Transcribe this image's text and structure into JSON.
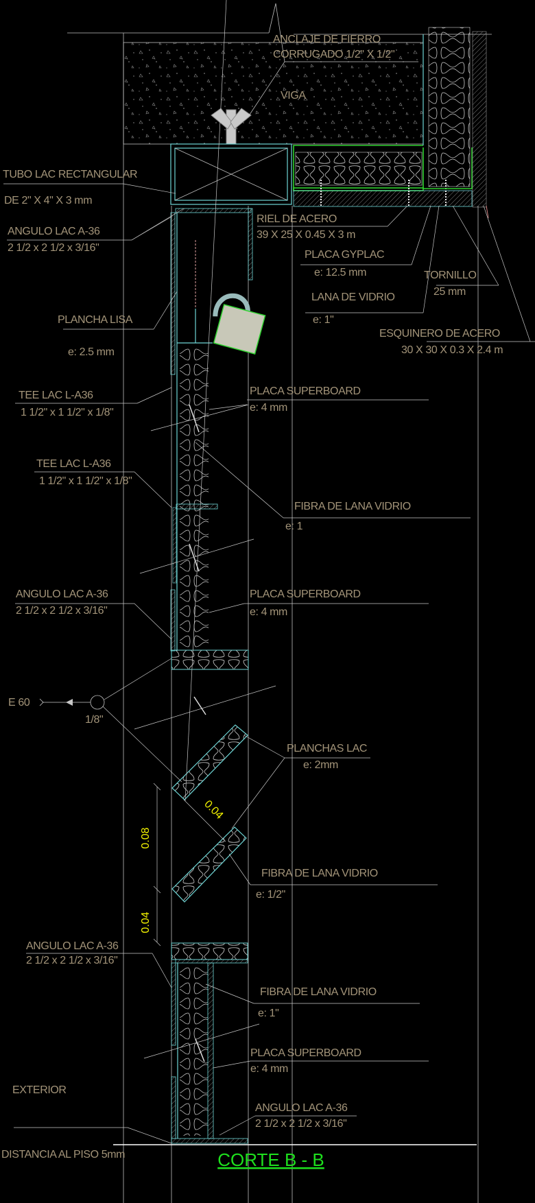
{
  "title": "CORTE B - B",
  "colors": {
    "background": "#000000",
    "text": "#a39479",
    "dimension": "#f2f200",
    "title": "#1ee01e",
    "steel": "#6fd6d6"
  },
  "labels": {
    "anclaje": {
      "l1": "ANCLAJE DE FIERRO",
      "l2": "CORRUGADO 1/2\" X 1/2\""
    },
    "viga": {
      "l1": "VIGA"
    },
    "tubo": {
      "l1": "TUBO LAC RECTANGULAR",
      "l2": "DE 2\" X 4\" X 3 mm"
    },
    "angulo1": {
      "l1": "ANGULO LAC A-36",
      "l2": "2 1/2 x 2 1/2 x 3/16\""
    },
    "riel": {
      "l1": "RIEL DE ACERO",
      "l2": "39 X 25 X 0.45 X 3 m"
    },
    "gyplac": {
      "l1": "PLACA GYPLAC",
      "l2": "e: 12.5 mm"
    },
    "tornillo": {
      "l1": "TORNILLO",
      "l2": "25 mm"
    },
    "lana": {
      "l1": "LANA DE VIDRIO",
      "l2": "e: 1\""
    },
    "plancha": {
      "l1": "PLANCHA LISA",
      "l2": "e: 2.5 mm"
    },
    "esquinero": {
      "l1": "ESQUINERO DE ACERO",
      "l2": "30 X 30 X 0.3 X 2.4 m"
    },
    "tee1": {
      "l1": "TEE LAC  L-A36",
      "l2": "1 1/2\" x 1 1/2\" x 1/8\""
    },
    "superboard1": {
      "l1": "PLACA SUPERBOARD",
      "l2": "e: 4 mm"
    },
    "tee2": {
      "l1": "TEE LAC  L-A36",
      "l2": "1 1/2\" x 1 1/2\" x 1/8\""
    },
    "fibra1": {
      "l1": "FIBRA DE LANA VIDRIO",
      "l2": "e: 1"
    },
    "angulo2": {
      "l1": "ANGULO LAC A-36",
      "l2": "2 1/2 x 2 1/2 x 3/16\""
    },
    "superboard2": {
      "l1": "PLACA SUPERBOARD",
      "l2": "e: 4 mm"
    },
    "weld": {
      "l1": "E 60",
      "l2": "1/8\""
    },
    "planchas": {
      "l1": "PLANCHAS LAC",
      "l2": "e: 2mm"
    },
    "fibra2": {
      "l1": "FIBRA DE LANA VIDRIO",
      "l2": "e: 1/2\""
    },
    "angulo3": {
      "l1": "ANGULO LAC A-36",
      "l2": "2 1/2 x 2 1/2 x 3/16\""
    },
    "fibra3": {
      "l1": "FIBRA DE LANA VIDRIO",
      "l2": "e: 1\""
    },
    "superboard3": {
      "l1": "PLACA SUPERBOARD",
      "l2": "e: 4 mm"
    },
    "exterior": {
      "l1": "EXTERIOR"
    },
    "angulo4": {
      "l1": "ANGULO LAC A-36",
      "l2": "2 1/2 x 2 1/2 x 3/16\""
    },
    "distancia": {
      "l1": "DISTANCIA AL PISO 5mm"
    }
  },
  "dimensions": {
    "gap_diag": "0.04",
    "vertical_top": "0.08",
    "vertical_bottom": "0.04"
  }
}
